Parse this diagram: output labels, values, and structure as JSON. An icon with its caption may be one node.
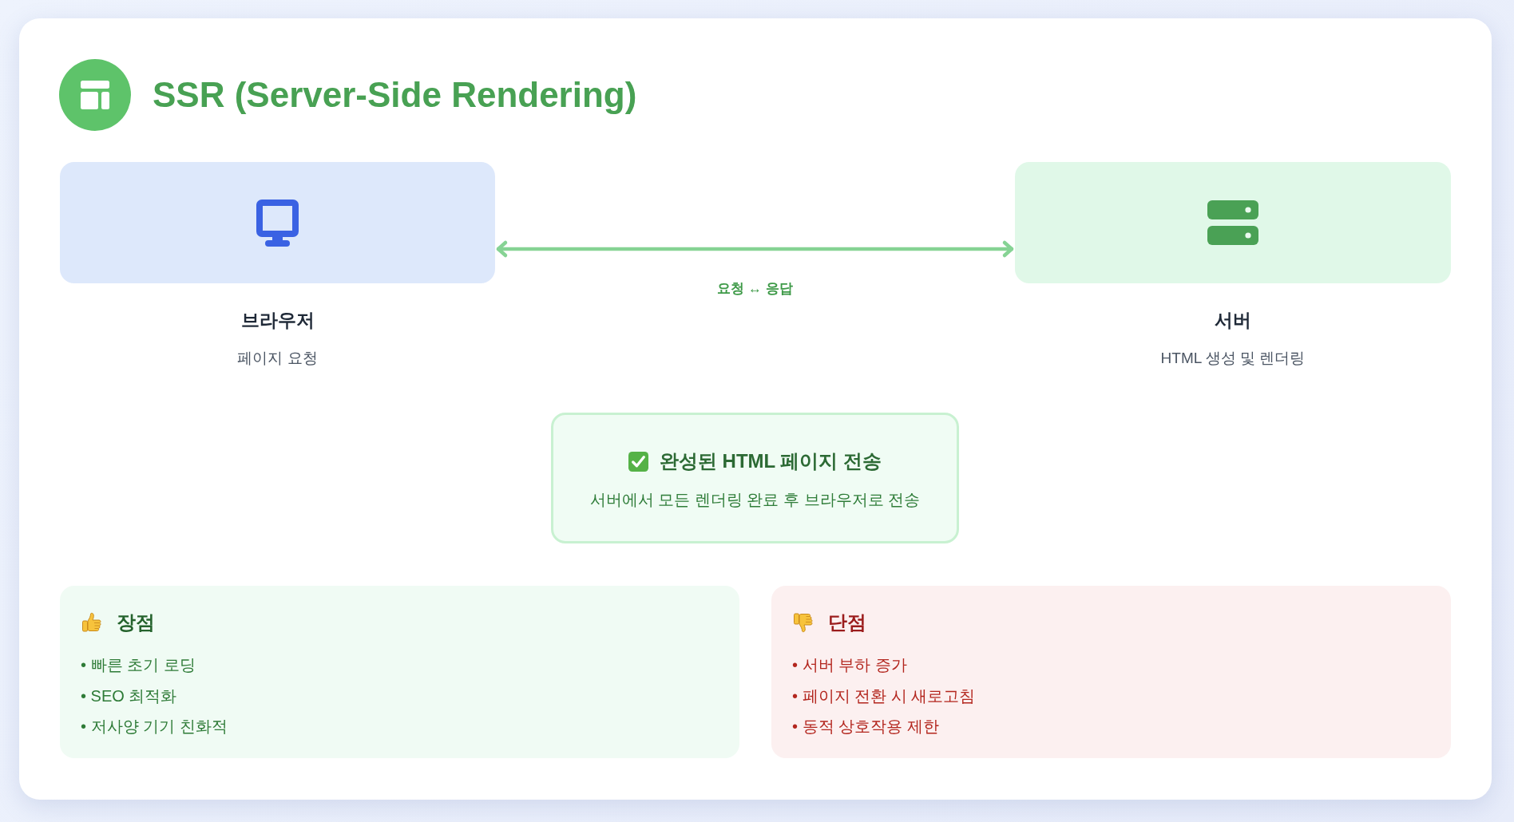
{
  "diagram": {
    "title": "SSR (Server-Side Rendering)",
    "nodes": [
      {
        "text": [
          "브라우저",
          "페이지 요청"
        ]
      },
      {
        "text": [
          "서버",
          "HTML 생성 및 렌더링"
        ]
      },
      {
        "text": [
          "완성된 HTML 페이지 전송",
          "서버에서 모든 렌더링 완료 후 브라우저로 전송"
        ]
      },
      {
        "text": [
          "장점",
          "• 빠른 초기 로딩",
          "• SEO 최적화",
          "• 저사양 기기 친화적"
        ]
      },
      {
        "text": [
          "단점",
          "• 서버 부하 증가",
          "• 페이지 전환 시 새로고침",
          "• 동적 상호작용 제한"
        ]
      }
    ],
    "edges": [
      {
        "from": 0,
        "to": 1,
        "arrow": "both",
        "label": "요청 ↔ 응답"
      }
    ]
  }
}
